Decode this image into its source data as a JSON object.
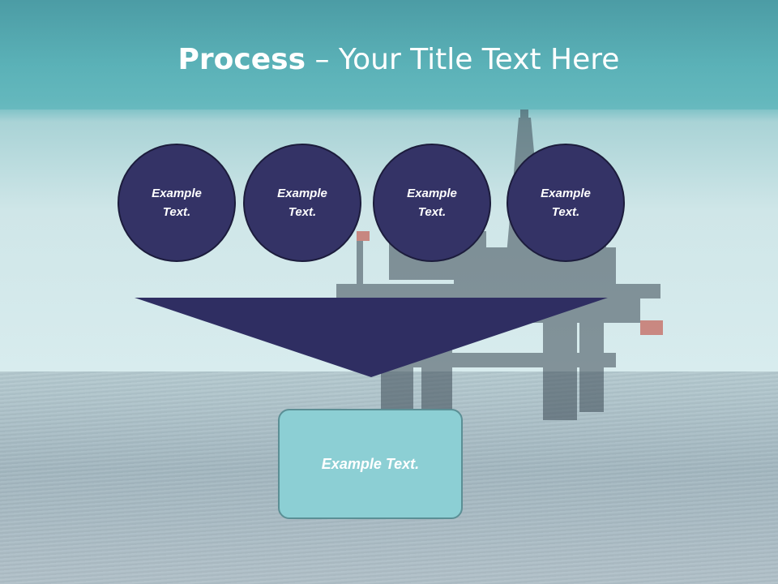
{
  "slide": {
    "title_bold": "Process",
    "title_rest": " – Your Title Text Here",
    "steps": [
      {
        "label": "Example\nText."
      },
      {
        "label": "Example\nText."
      },
      {
        "label": "Example\nText."
      },
      {
        "label": "Example\nText."
      }
    ],
    "result": {
      "label": "Example Text."
    }
  },
  "colors": {
    "circle_fill": "#343366",
    "funnel_fill": "#2f2e62",
    "result_fill": "#8ccfd4",
    "title_band": "#5ab1b7"
  }
}
